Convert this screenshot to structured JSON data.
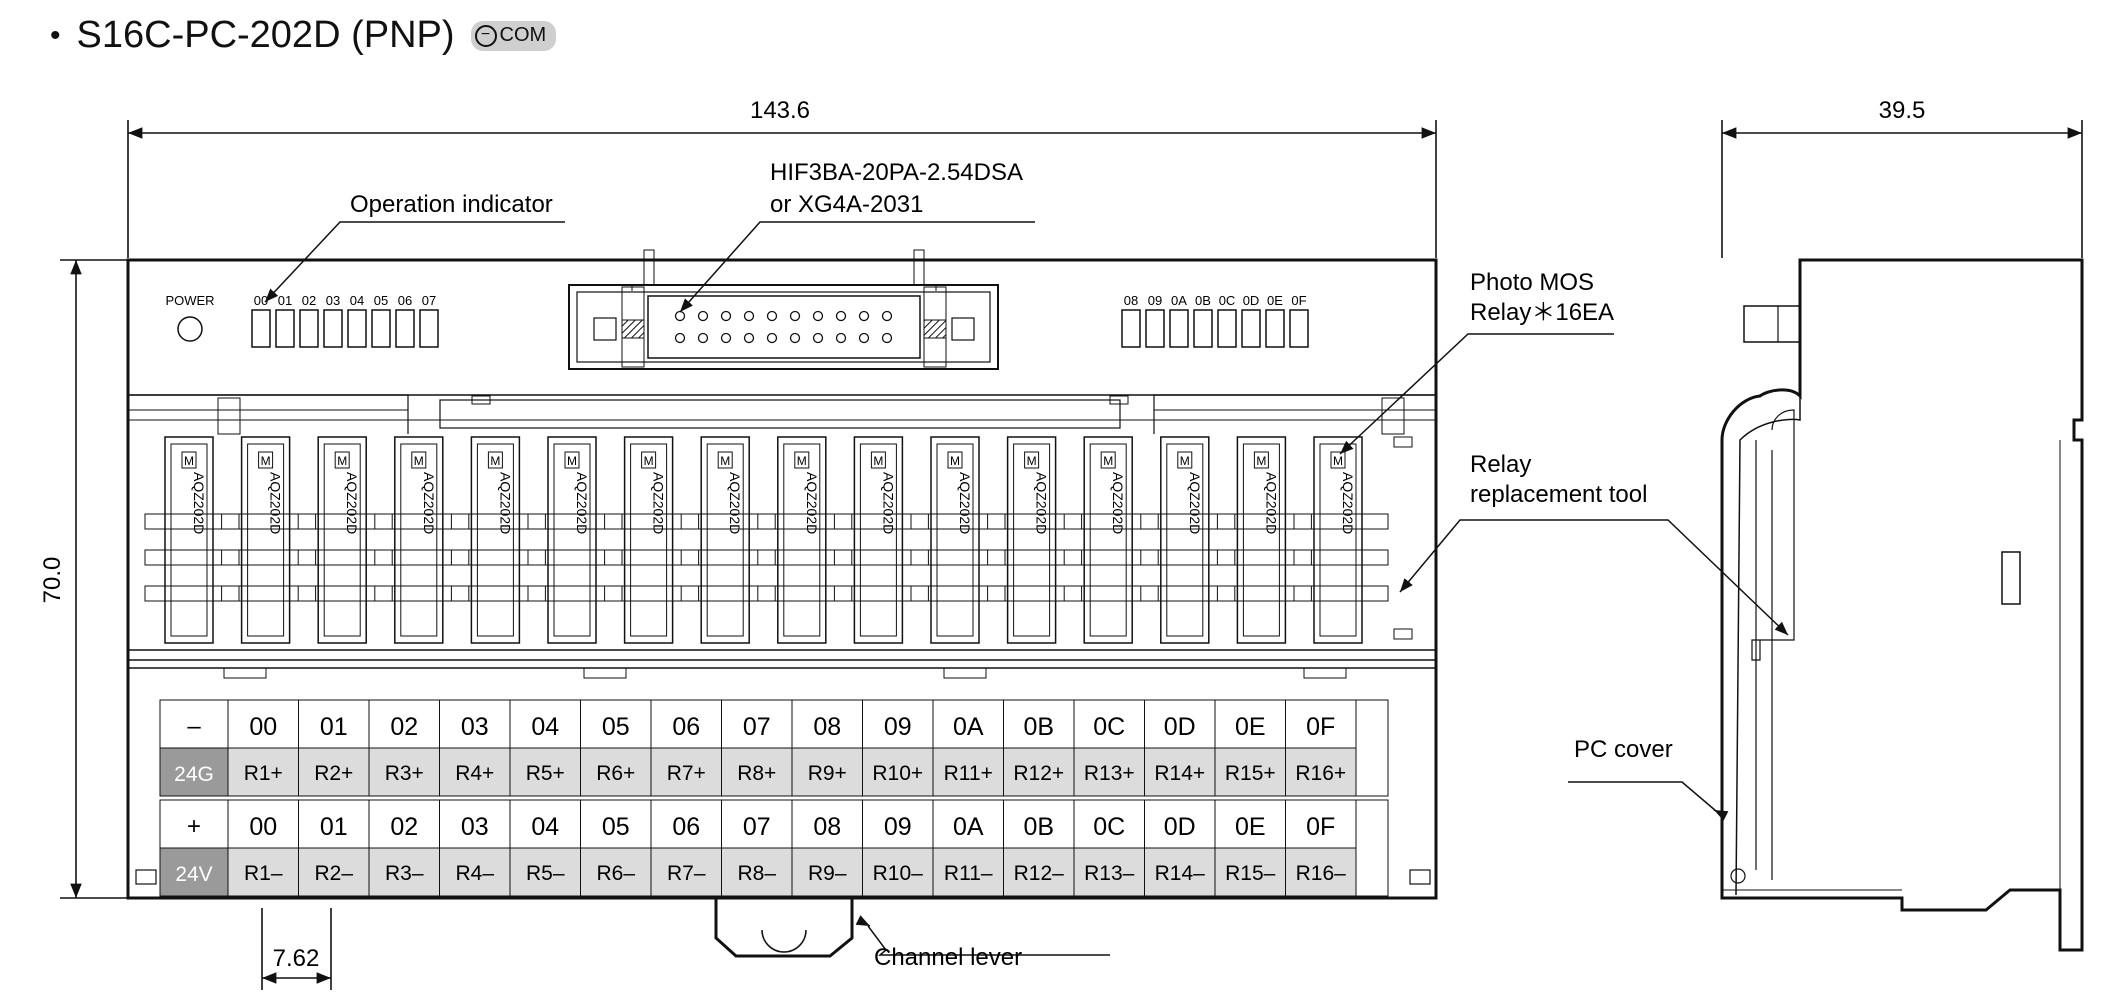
{
  "title": {
    "bullet": "•",
    "model": "S16C-PC-202D (PNP)",
    "badge": "COM",
    "badge_icon": "minus-circle-icon"
  },
  "dimensions": {
    "width": "143.6",
    "side_width": "39.5",
    "height": "70.0",
    "pitch": "7.62"
  },
  "labels": {
    "power": "POWER",
    "operation_indicator": "Operation indicator",
    "connector_line1": "HIF3BA-20PA-2.54DSA",
    "connector_line2": "or XG4A-2031",
    "photo_mos_line1": "Photo MOS",
    "photo_mos_line2": "Relay＊16EA",
    "relay_tool_line1": "Relay",
    "relay_tool_line2": "replacement tool",
    "pc_cover": "PC cover",
    "channel_lever": "Channel lever"
  },
  "leds_left": [
    "00",
    "01",
    "02",
    "03",
    "04",
    "05",
    "06",
    "07"
  ],
  "leds_right": [
    "08",
    "09",
    "0A",
    "0B",
    "0C",
    "0D",
    "0E",
    "0F"
  ],
  "relay": {
    "mark": "M",
    "part": "AQZ202D",
    "count": 16
  },
  "terminal_top": {
    "first_top": "–",
    "first_bottom": "24G",
    "channels": [
      "00",
      "01",
      "02",
      "03",
      "04",
      "05",
      "06",
      "07",
      "08",
      "09",
      "0A",
      "0B",
      "0C",
      "0D",
      "0E",
      "0F"
    ],
    "terms": [
      "R1+",
      "R2+",
      "R3+",
      "R4+",
      "R5+",
      "R6+",
      "R7+",
      "R8+",
      "R9+",
      "R10+",
      "R11+",
      "R12+",
      "R13+",
      "R14+",
      "R15+",
      "R16+"
    ]
  },
  "terminal_bottom": {
    "first_top": "+",
    "first_bottom": "24V",
    "channels": [
      "00",
      "01",
      "02",
      "03",
      "04",
      "05",
      "06",
      "07",
      "08",
      "09",
      "0A",
      "0B",
      "0C",
      "0D",
      "0E",
      "0F"
    ],
    "terms": [
      "R1–",
      "R2–",
      "R3–",
      "R4–",
      "R5–",
      "R6–",
      "R7–",
      "R8–",
      "R9–",
      "R10–",
      "R11–",
      "R12–",
      "R13–",
      "R14–",
      "R15–",
      "R16–"
    ]
  },
  "colors": {
    "line": "#111111",
    "terminal_fill": "#dcdcdc",
    "dark_cell": "#9a9a9a",
    "badge": "#cfcfcf"
  }
}
